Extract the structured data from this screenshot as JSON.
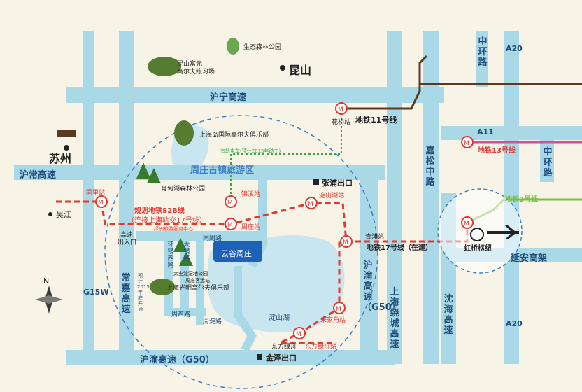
{
  "roads": {
    "hu_ning": "沪宁高速",
    "hu_chang": "沪常高速",
    "hu_yu_bottom": "沪渝高速（G50）",
    "hu_yu_right": "沪渝高速（G50）",
    "chang_jia": "常嘉高速",
    "g15w": "G15W",
    "jia_song_zhong": "嘉松中路",
    "zhong_huan_top": "中环路",
    "zhong_huan_right": "中环路",
    "a20_top": "A20",
    "a20_bottom": "A20",
    "a11": "A11",
    "yan_an": "延安高架",
    "shen_hai": "沈海高速",
    "shanghai_ring": "上海绕城高速",
    "zhou_zhuang_tourism": "周庄古镇旅游区",
    "tong_zhou_road": "同周路",
    "huan_jing_xi_road": "环镜西路",
    "da_jing_road": "大镜路",
    "zhou_lu_road": "周芦路",
    "zhou_tou_road": "周淀路"
  },
  "places": {
    "suzhou": "苏州",
    "kunshan": "昆山",
    "wujiang": "吴江",
    "zhangpu_exit": "张浦出口",
    "jinze_exit": "金泽出口",
    "hongqiao_hub": "虹桥枢纽",
    "dianshan_lake": "淀山湖",
    "eco_forest_park": "生态森林公园",
    "kunshan_fuyuan_golf_l1": "昆山富元",
    "kunshan_fuyuan_golf_l2": "高尔夫练习场",
    "island_golf": "上海岛国际高尔夫俱乐部",
    "xiao_jian_forest": "肖甸湖森林公园",
    "taidong_guest": "太史淀湿地公园",
    "zhou_zhuang_station_label": "周庄客运站",
    "guangming_golf": "上海光明高尔夫俱乐部",
    "highway_entrance_l1": "高速",
    "highway_entrance_l2": "出入口",
    "tourist_center": "绿洲旅游服务中心",
    "brand": "云谷周庄"
  },
  "metro": {
    "line11": "地铁11号线",
    "line13": "地铁13号线",
    "line2": "地铁2号线",
    "line17": "地铁17号线（在建）",
    "planned_line1": "规划地铁S2B线",
    "planned_line2": "（连接上海轨交17号线）",
    "tram_note": "有轨电车(预计2015年动工)",
    "expressway_note": "预计2015年底开通"
  },
  "stations": {
    "huaqiao": "花桥站",
    "tongli": "同里站",
    "jinxi": "锦溪站",
    "zhouzhuang": "周庄站",
    "dianshanhu": "淀山湖站",
    "qingpu": "青浦站",
    "zhujiajiao": "朱家角站",
    "dongfang_l": "东方绿舟",
    "dongfang_r": "东方绿舟站"
  },
  "compass": {
    "north": "N"
  },
  "colors": {
    "road": "#a9d8e6",
    "metro_red": "#e4372f",
    "line11": "#5b3a24",
    "line13": "#e0479e",
    "line2": "#7cc043",
    "tram": "#3aa346",
    "text": "#1f4e7d"
  }
}
